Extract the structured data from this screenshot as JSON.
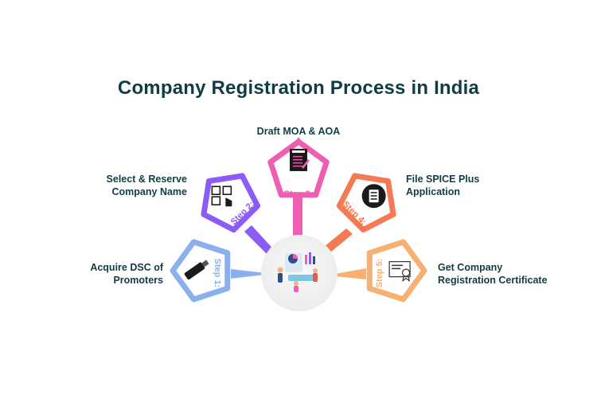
{
  "title": "Company Registration Process in India",
  "steps": [
    {
      "tag": "Step 1:",
      "label": "Acquire DSC of\nPromoters",
      "icon": "usb-token-icon",
      "color": "#8bb0ee"
    },
    {
      "tag": "Step 2:",
      "label": "Select & Reserve\nCompany Name",
      "icon": "touch-select-icon",
      "color": "#8b5cf6"
    },
    {
      "tag": "Step 3:",
      "label": "Draft MOA & AOA",
      "icon": "document-icon",
      "color": "#ee5fb3"
    },
    {
      "tag": "Step 4:",
      "label": "File SPICE Plus\nApplication",
      "icon": "form-icon",
      "color": "#f47a54"
    },
    {
      "tag": "Step 5:",
      "label": "Get Company\nRegistration Certificate",
      "icon": "certificate-icon",
      "color": "#f7b071"
    }
  ],
  "hub": {
    "icon": "analytics-people-icon"
  }
}
